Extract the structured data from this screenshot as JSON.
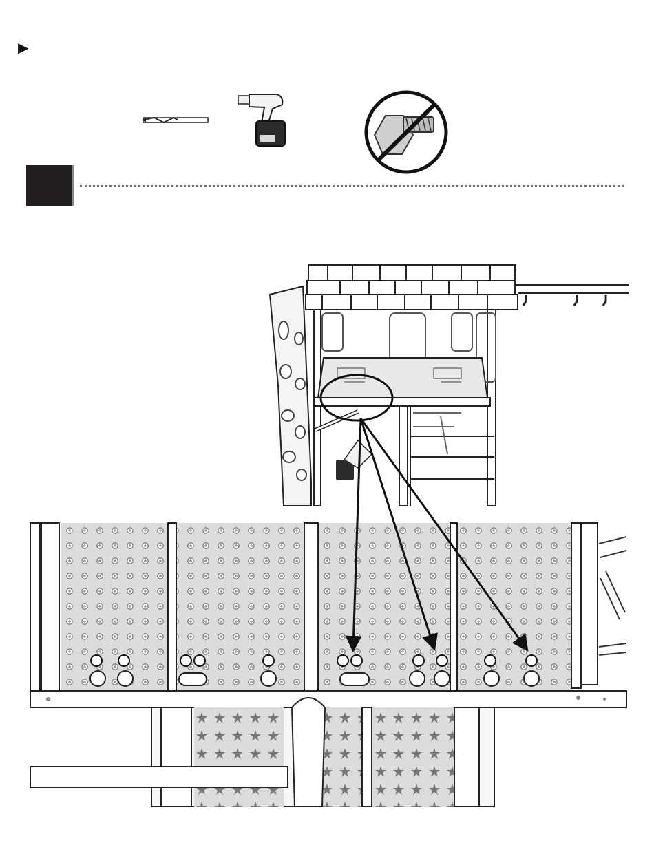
{
  "page": {
    "marker": "▶",
    "step_number": ""
  },
  "tools": [
    {
      "icon": "drill-bit-icon"
    },
    {
      "icon": "cordless-drill-icon"
    },
    {
      "icon": "no-overtighten-nut-bolt-icon"
    }
  ],
  "colors": {
    "ink": "#231f20",
    "deck_fill": "#d9d9d9",
    "hole": "#7a7a7a",
    "prohibit": "#111111"
  },
  "diagram": {
    "overview_icon": "playset-tower-overview",
    "detail_icon": "deck-floor-detail",
    "callout_icon": "magnify-circle",
    "arrow_icon": "pointer-arrow",
    "fastener_callouts": 12
  }
}
